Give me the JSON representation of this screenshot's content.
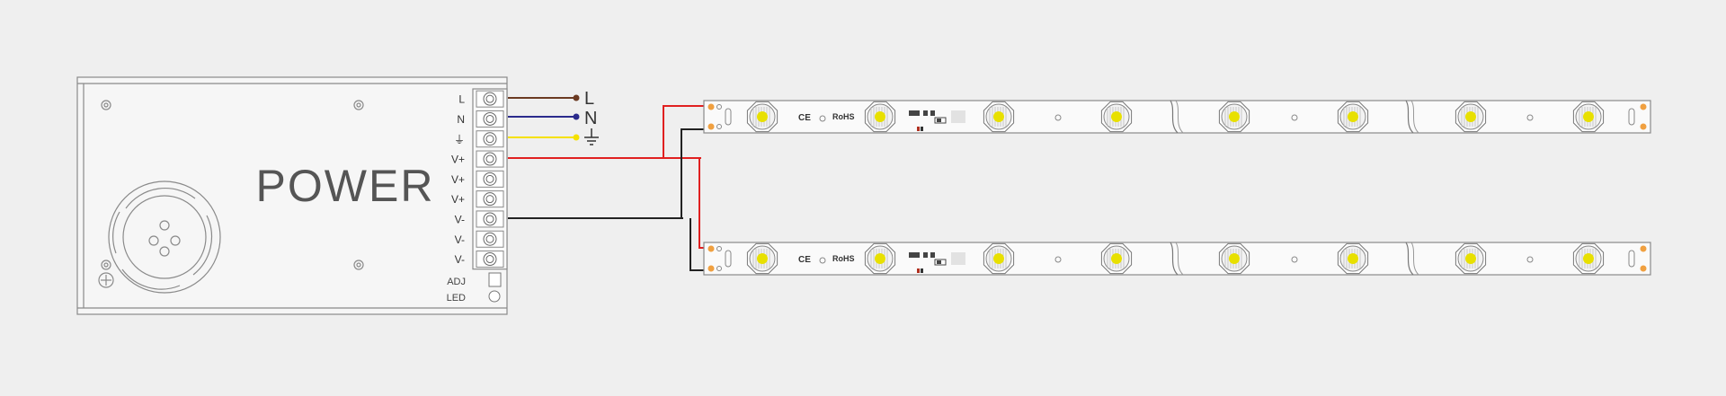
{
  "power_supply": {
    "label": "POWER",
    "terminals": [
      "L",
      "N",
      "⏚",
      "V+",
      "V+",
      "V+",
      "V-",
      "V-",
      "V-"
    ],
    "adj_label": "ADJ",
    "led_label": "LED"
  },
  "mains": {
    "labels": [
      "L",
      "N",
      "⏚"
    ]
  },
  "strip": {
    "ce_mark": "CE",
    "rohs_mark": "RoHS"
  },
  "colors": {
    "background": "#efefef",
    "outline": "#8a8a8a",
    "wire_live": "#6b3a22",
    "wire_neutral": "#2b2b8c",
    "wire_earth": "#f5e100",
    "wire_positive": "#e02020",
    "wire_negative": "#222222",
    "led_core": "#e8e000",
    "solder_pad": "#f0a040"
  }
}
